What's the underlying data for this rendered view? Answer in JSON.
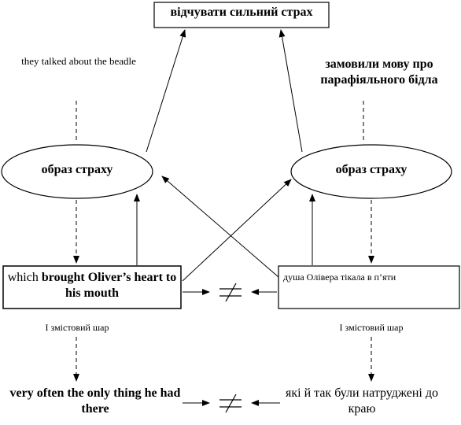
{
  "top_box": "відчувати сильний страх",
  "left_note": "they talked about the beadle",
  "right_note": "замовили мову про парафіяльного бідла",
  "left_oval": "образ страху",
  "right_oval": "образ страху",
  "left_box": {
    "part1": "which ",
    "part2": "brought Oliver’s heart to his mouth"
  },
  "right_box": "душа Олівера тікала в п’яти",
  "left_layer": "І змістовий шар",
  "right_layer": "І змістовий шар",
  "bottom_left": "very often the only thing he had there",
  "bottom_right": "які й так були натруджені до краю"
}
